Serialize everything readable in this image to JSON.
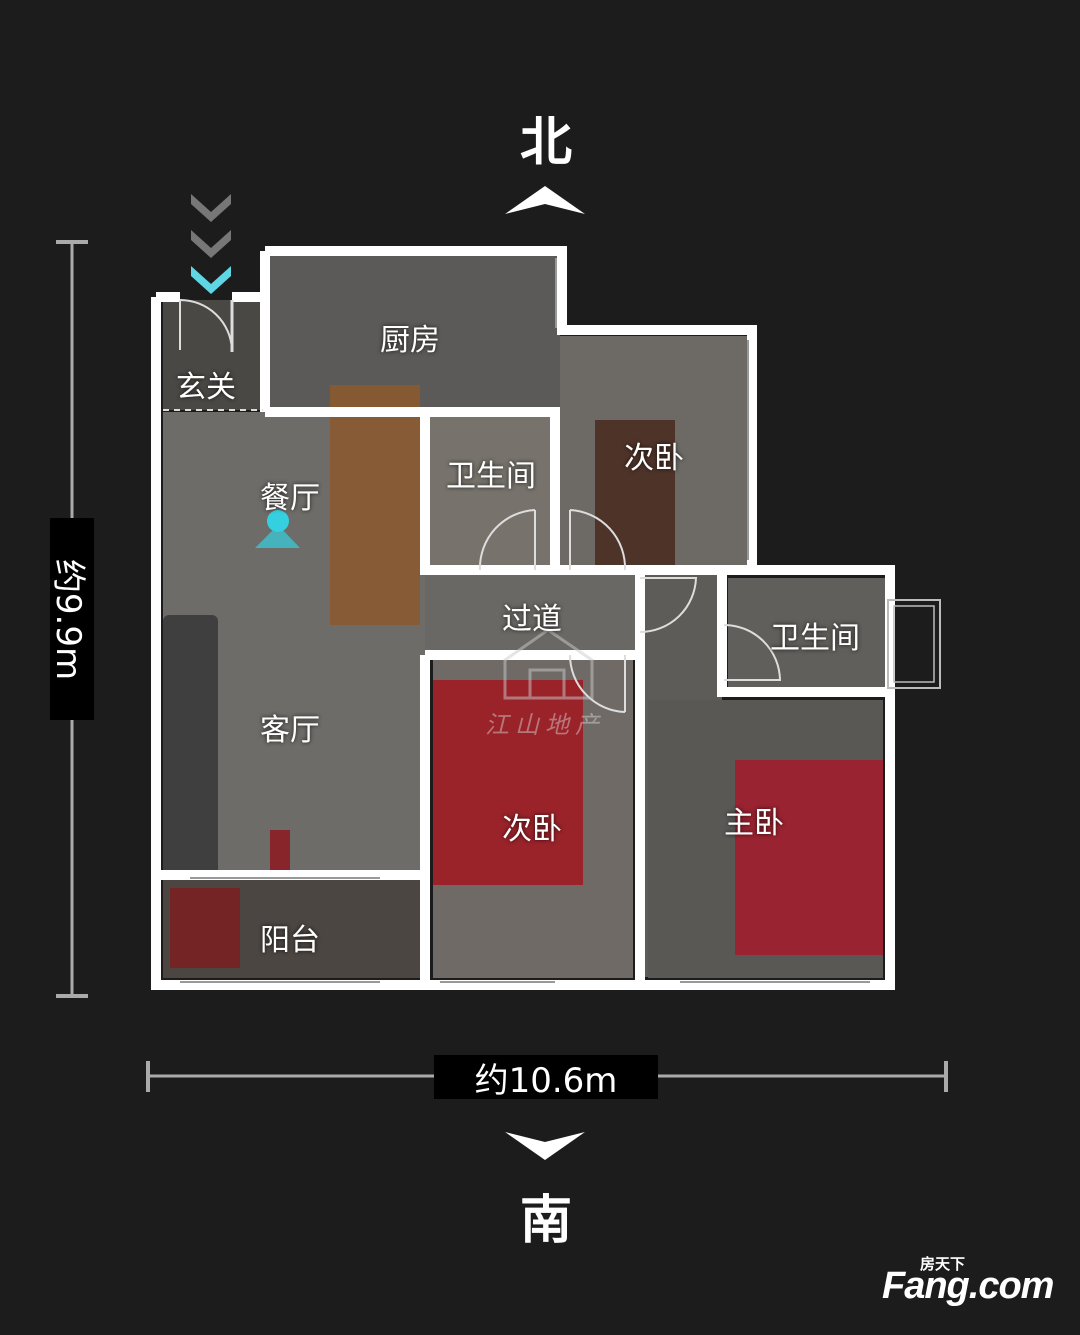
{
  "compass": {
    "north": "北",
    "south": "南"
  },
  "dimensions": {
    "width": "约10.6m",
    "height": "约9.9m"
  },
  "rooms": {
    "entrance": "玄关",
    "kitchen": "厨房",
    "dining": "餐厅",
    "bath1": "卫生间",
    "bedroom_north": "次卧",
    "hallway": "过道",
    "bath2": "卫生间",
    "living": "客厅",
    "bedroom_middle": "次卧",
    "master": "主卧",
    "balcony": "阳台"
  },
  "watermark": "江山地产",
  "brand": {
    "top": "房天下",
    "main": "Fang.com"
  },
  "colors": {
    "background": "#1c1c1c",
    "wall": "#ffffff",
    "accent": "#35d0e0"
  }
}
